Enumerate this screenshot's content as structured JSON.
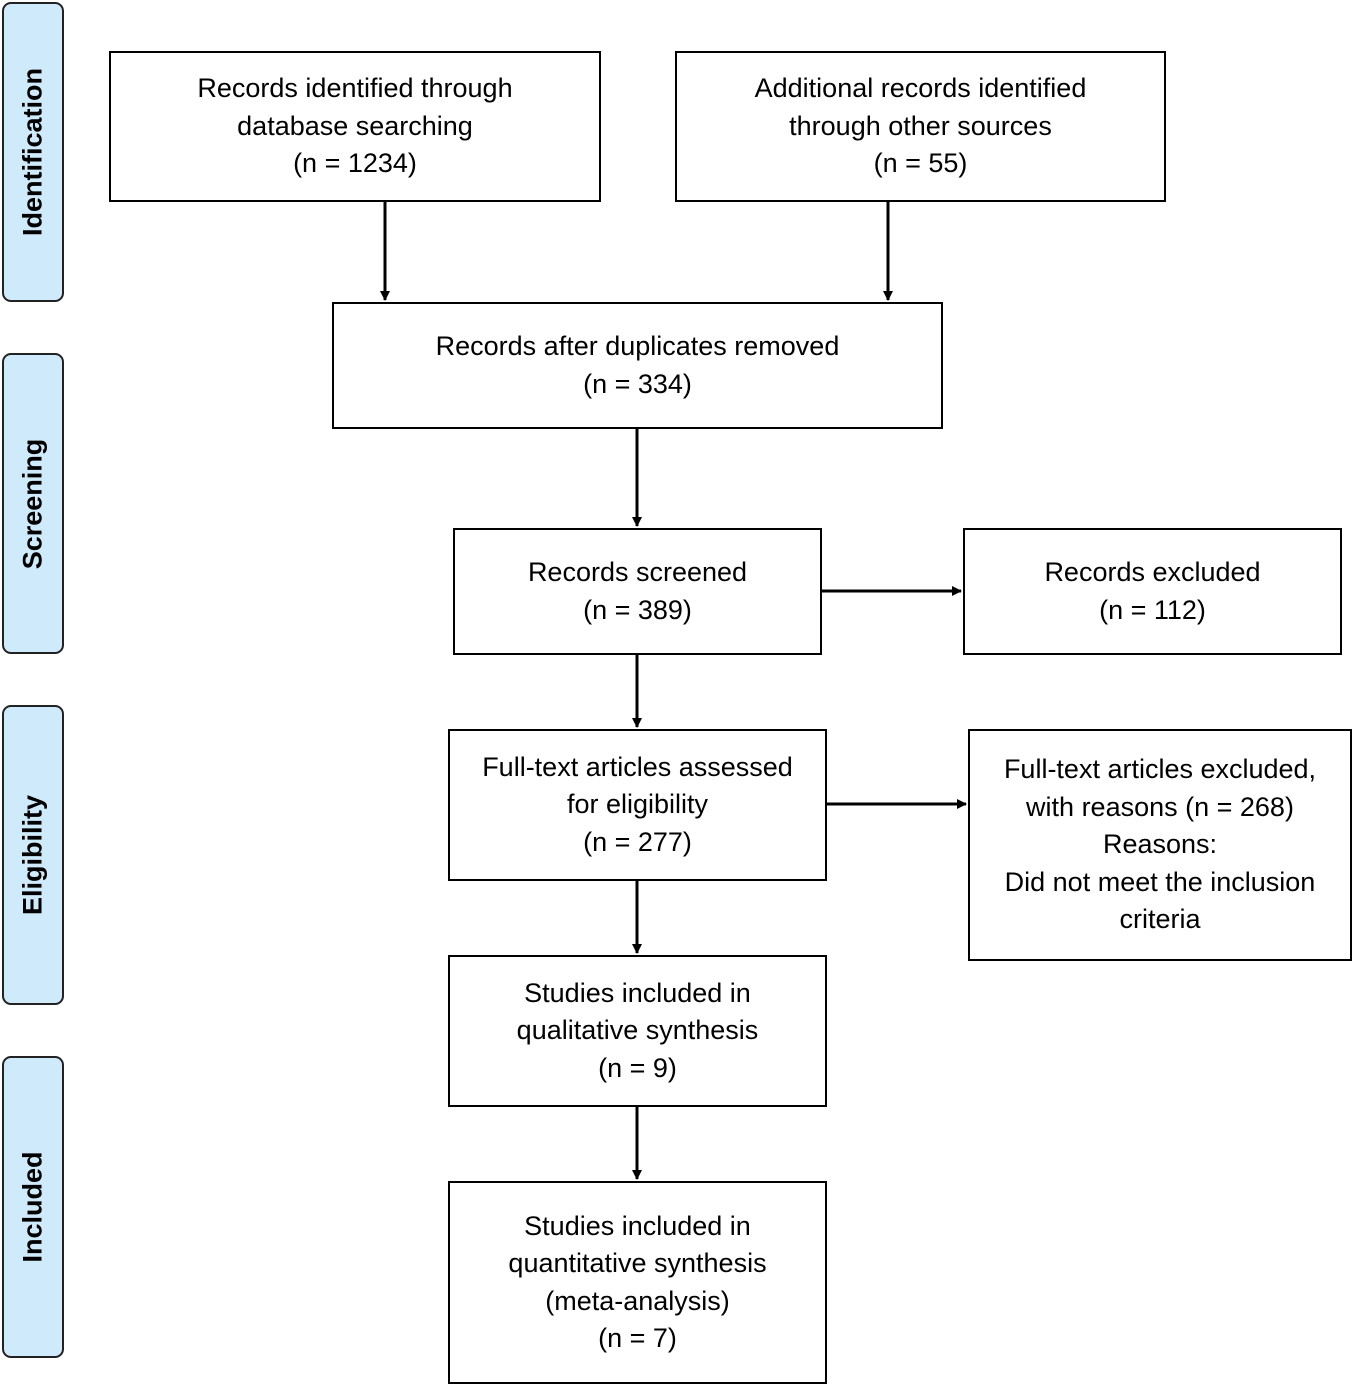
{
  "phases": {
    "identification": "Identification",
    "screening": "Screening",
    "eligibility": "Eligibility",
    "included": "Included"
  },
  "boxes": {
    "database_search": {
      "lines": [
        "Records identified through",
        "database searching",
        "(n = 1234)"
      ]
    },
    "other_sources": {
      "lines": [
        "Additional records identified",
        "through other sources",
        "(n = 55)"
      ]
    },
    "duplicates_removed": {
      "lines": [
        "Records after duplicates removed",
        "(n = 334)"
      ]
    },
    "screened": {
      "lines": [
        "Records screened",
        "(n = 389)"
      ]
    },
    "excluded": {
      "lines": [
        "Records excluded",
        "(n = 112)"
      ]
    },
    "fulltext_assessed": {
      "lines": [
        "Full-text articles assessed",
        "for eligibility",
        "(n = 277)"
      ]
    },
    "fulltext_excluded": {
      "lines": [
        "Full-text articles excluded,",
        "with reasons (n = 268)",
        "Reasons:",
        "Did not meet the inclusion",
        "criteria"
      ]
    },
    "qualitative": {
      "lines": [
        "Studies included in",
        "qualitative synthesis",
        "(n = 9)"
      ]
    },
    "quantitative": {
      "lines": [
        "Studies included in",
        "quantitative synthesis",
        "(meta-analysis)",
        "(n = 7)"
      ]
    }
  }
}
